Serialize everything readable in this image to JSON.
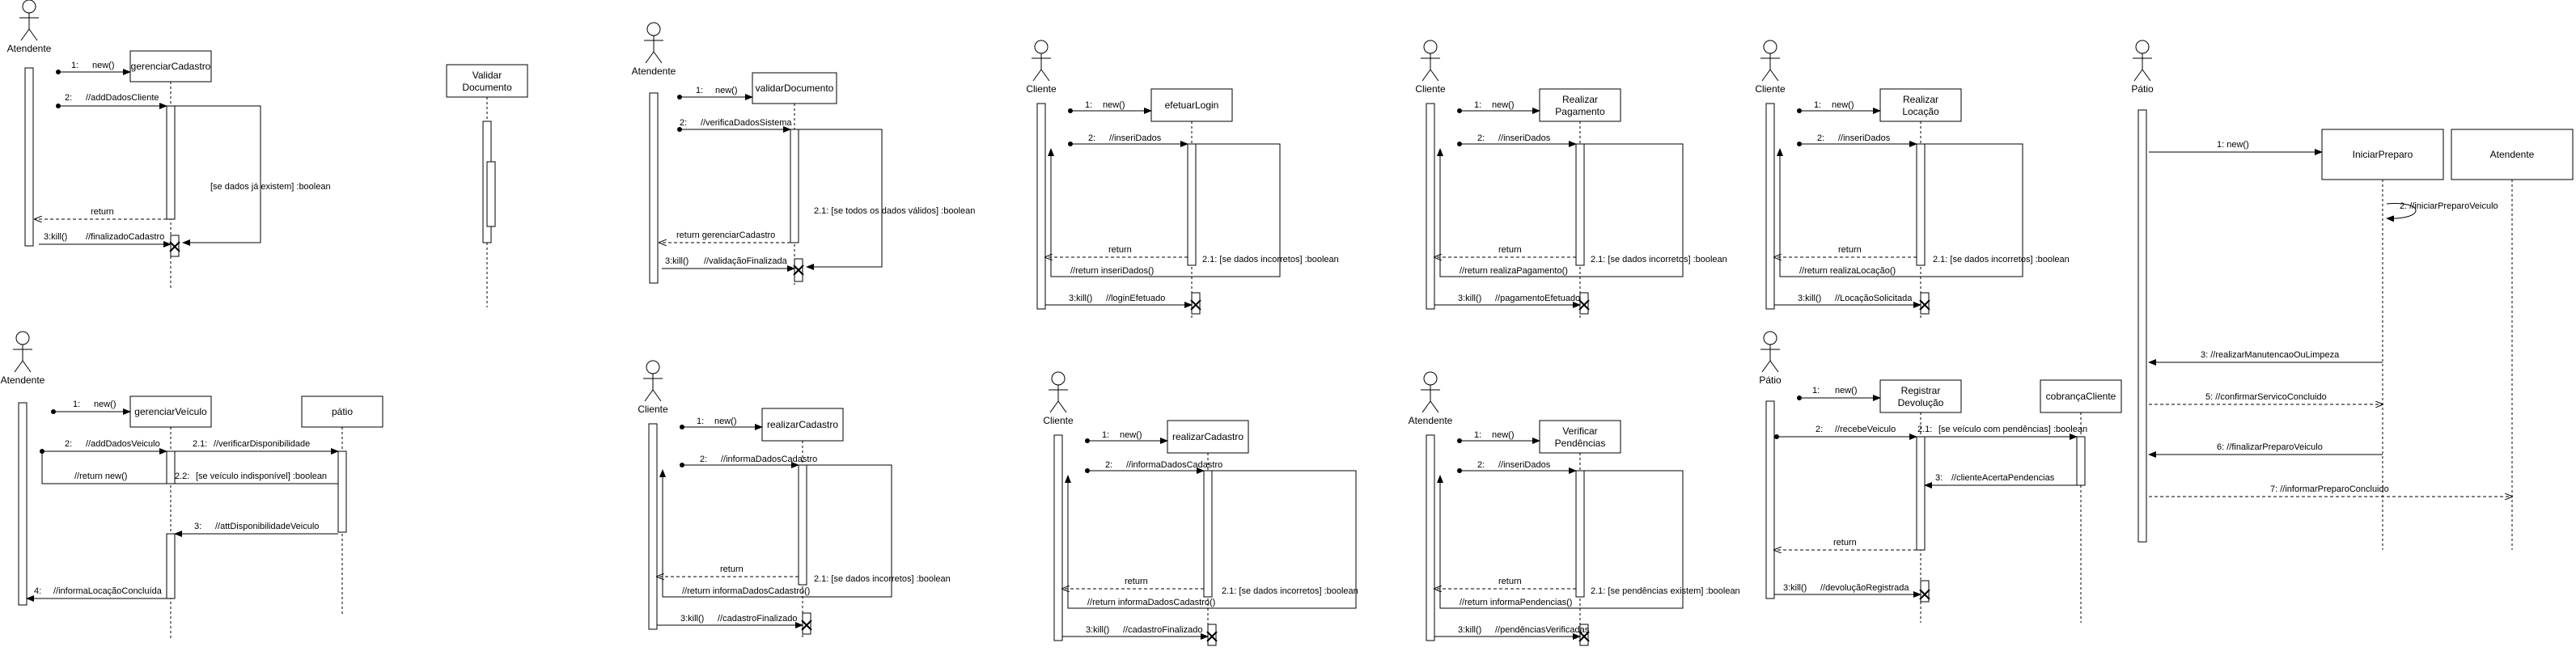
{
  "colors": {
    "stroke": "#000000",
    "background": "#ffffff",
    "activation": "#ffffff"
  },
  "diagrams": [
    {
      "id": "d1",
      "actor": "Atendente",
      "object": "gerenciarCadastro",
      "messages": [
        {
          "num": "1:",
          "text": "new()"
        },
        {
          "num": "2:",
          "text": "//addDadosCliente"
        },
        {
          "num": "",
          "text": "[se dados já existem]       :boolean"
        },
        {
          "num": "",
          "text": "return"
        },
        {
          "num": "3:kill()",
          "text": "//finalizadoCadastro"
        }
      ]
    },
    {
      "id": "d2",
      "object": "Validar Documento"
    },
    {
      "id": "d3",
      "actor": "Atendente",
      "object": "validarDocumento",
      "messages": [
        {
          "num": "1:",
          "text": "new()"
        },
        {
          "num": "2:",
          "text": "//verificaDadosSistema"
        },
        {
          "num": "",
          "text": "2.1: [se todos os dados válidos]       :boolean"
        },
        {
          "num": "",
          "text": "return gerenciarCadastro"
        },
        {
          "num": "3:kill()",
          "text": "//validaçãoFinalizada"
        }
      ]
    },
    {
      "id": "d4",
      "actor": "Cliente",
      "object": "efetuarLogin",
      "messages": [
        {
          "num": "1:",
          "text": "new()"
        },
        {
          "num": "2:",
          "text": "//inseriDados"
        },
        {
          "num": "",
          "text": "return"
        },
        {
          "num": "",
          "text": "//return inseriDados()"
        },
        {
          "num": "",
          "text": "2.1: [se dados incorretos] :boolean"
        },
        {
          "num": "3:kill()",
          "text": "//loginEfetuado"
        }
      ]
    },
    {
      "id": "d5",
      "actor": "Cliente",
      "object": "Realizar Pagamento",
      "messages": [
        {
          "num": "1:",
          "text": "new()"
        },
        {
          "num": "2:",
          "text": "//inseriDados"
        },
        {
          "num": "",
          "text": "return"
        },
        {
          "num": "",
          "text": "//return realizaPagamento()"
        },
        {
          "num": "",
          "text": "2.1: [se dados incorretos] :boolean"
        },
        {
          "num": "3:kill()",
          "text": "//pagamentoEfetuado"
        }
      ]
    },
    {
      "id": "d6",
      "actor": "Cliente",
      "object": "Realizar Locação",
      "messages": [
        {
          "num": "1:",
          "text": "new()"
        },
        {
          "num": "2:",
          "text": "//inseriDados"
        },
        {
          "num": "",
          "text": "return"
        },
        {
          "num": "",
          "text": "//return realizaLocação()"
        },
        {
          "num": "",
          "text": "2.1: [se dados incorretos]  :boolean"
        },
        {
          "num": "3:kill()",
          "text": "//LocaçãoSolicitada"
        }
      ]
    },
    {
      "id": "d7",
      "actor": "Pátio",
      "object1": "IniciarPreparo",
      "object2": "Atendente",
      "messages": [
        {
          "text": "1: new()"
        },
        {
          "text": "2: //iniciarPreparoVeiculo"
        },
        {
          "text": "3: //realizarManutencaoOuLimpeza"
        },
        {
          "text": "5: //confirmarServicoConcluido"
        },
        {
          "text": "6: //finalizarPreparoVeiculo"
        },
        {
          "text": "7: //informarPreparoConcluido"
        }
      ]
    },
    {
      "id": "d8",
      "actor": "Atendente",
      "object1": "gerenciarVeículo",
      "object2": "pátio",
      "messages": [
        {
          "num": "1:",
          "text": "new()"
        },
        {
          "num": "2:",
          "text": "//addDadosVeiculo"
        },
        {
          "num": "2.1:",
          "text": "//verificarDisponibilidade"
        },
        {
          "num": "",
          "text": "//return new()"
        },
        {
          "num": "2.2:",
          "text": "[se veículo indisponível]  :boolean"
        },
        {
          "num": "3:",
          "text": "//attDisponibilidadeVeiculo"
        },
        {
          "num": "4:",
          "text": "//informaLocaçãoConcluída"
        }
      ]
    },
    {
      "id": "d9",
      "actor": "Cliente",
      "object": "realizarCadastro",
      "messages": [
        {
          "num": "1:",
          "text": "new()"
        },
        {
          "num": "2:",
          "text": "//informaDadosCadastro"
        },
        {
          "num": "",
          "text": "return"
        },
        {
          "num": "",
          "text": "//return informaDadosCadastro()"
        },
        {
          "num": "",
          "text": "2.1: [se dados incorretos]  :boolean"
        },
        {
          "num": "3:kill()",
          "text": "//cadastroFinalizado"
        }
      ]
    },
    {
      "id": "d10",
      "actor": "Cliente",
      "object": "realizarCadastro",
      "messages": [
        {
          "num": "1:",
          "text": "new()"
        },
        {
          "num": "2:",
          "text": "//informaDadosCadastro"
        },
        {
          "num": "",
          "text": "return"
        },
        {
          "num": "",
          "text": "//return informaDadosCadastro()"
        },
        {
          "num": "",
          "text": "2.1: [se dados incorretos]  :boolean"
        },
        {
          "num": "3:kill()",
          "text": "//cadastroFinalizado"
        }
      ]
    },
    {
      "id": "d11",
      "actor": "Atendente",
      "object": "Verificar Pendências",
      "messages": [
        {
          "num": "1:",
          "text": "new()"
        },
        {
          "num": "2:",
          "text": "//inseriDados"
        },
        {
          "num": "",
          "text": "return"
        },
        {
          "num": "",
          "text": "//return informaPendencias()"
        },
        {
          "num": "",
          "text": "2.1: [se pendências existem]  :boolean"
        },
        {
          "num": "3:kill()",
          "text": "//pendênciasVerificadas"
        }
      ]
    },
    {
      "id": "d12",
      "actor": "Pátio",
      "object1": "Registrar Devolução",
      "object2": "cobrançaCliente",
      "messages": [
        {
          "num": "1:",
          "text": "new()"
        },
        {
          "num": "2:",
          "text": "//recebeVeiculo"
        },
        {
          "num": "2.1:",
          "text": "[se veículo com pendências]  :boolean"
        },
        {
          "num": "3:",
          "text": "//clienteAcertaPendencias"
        },
        {
          "num": "",
          "text": "return"
        },
        {
          "num": "3:kill()",
          "text": "//devoluçãoRegistrada"
        }
      ]
    }
  ]
}
